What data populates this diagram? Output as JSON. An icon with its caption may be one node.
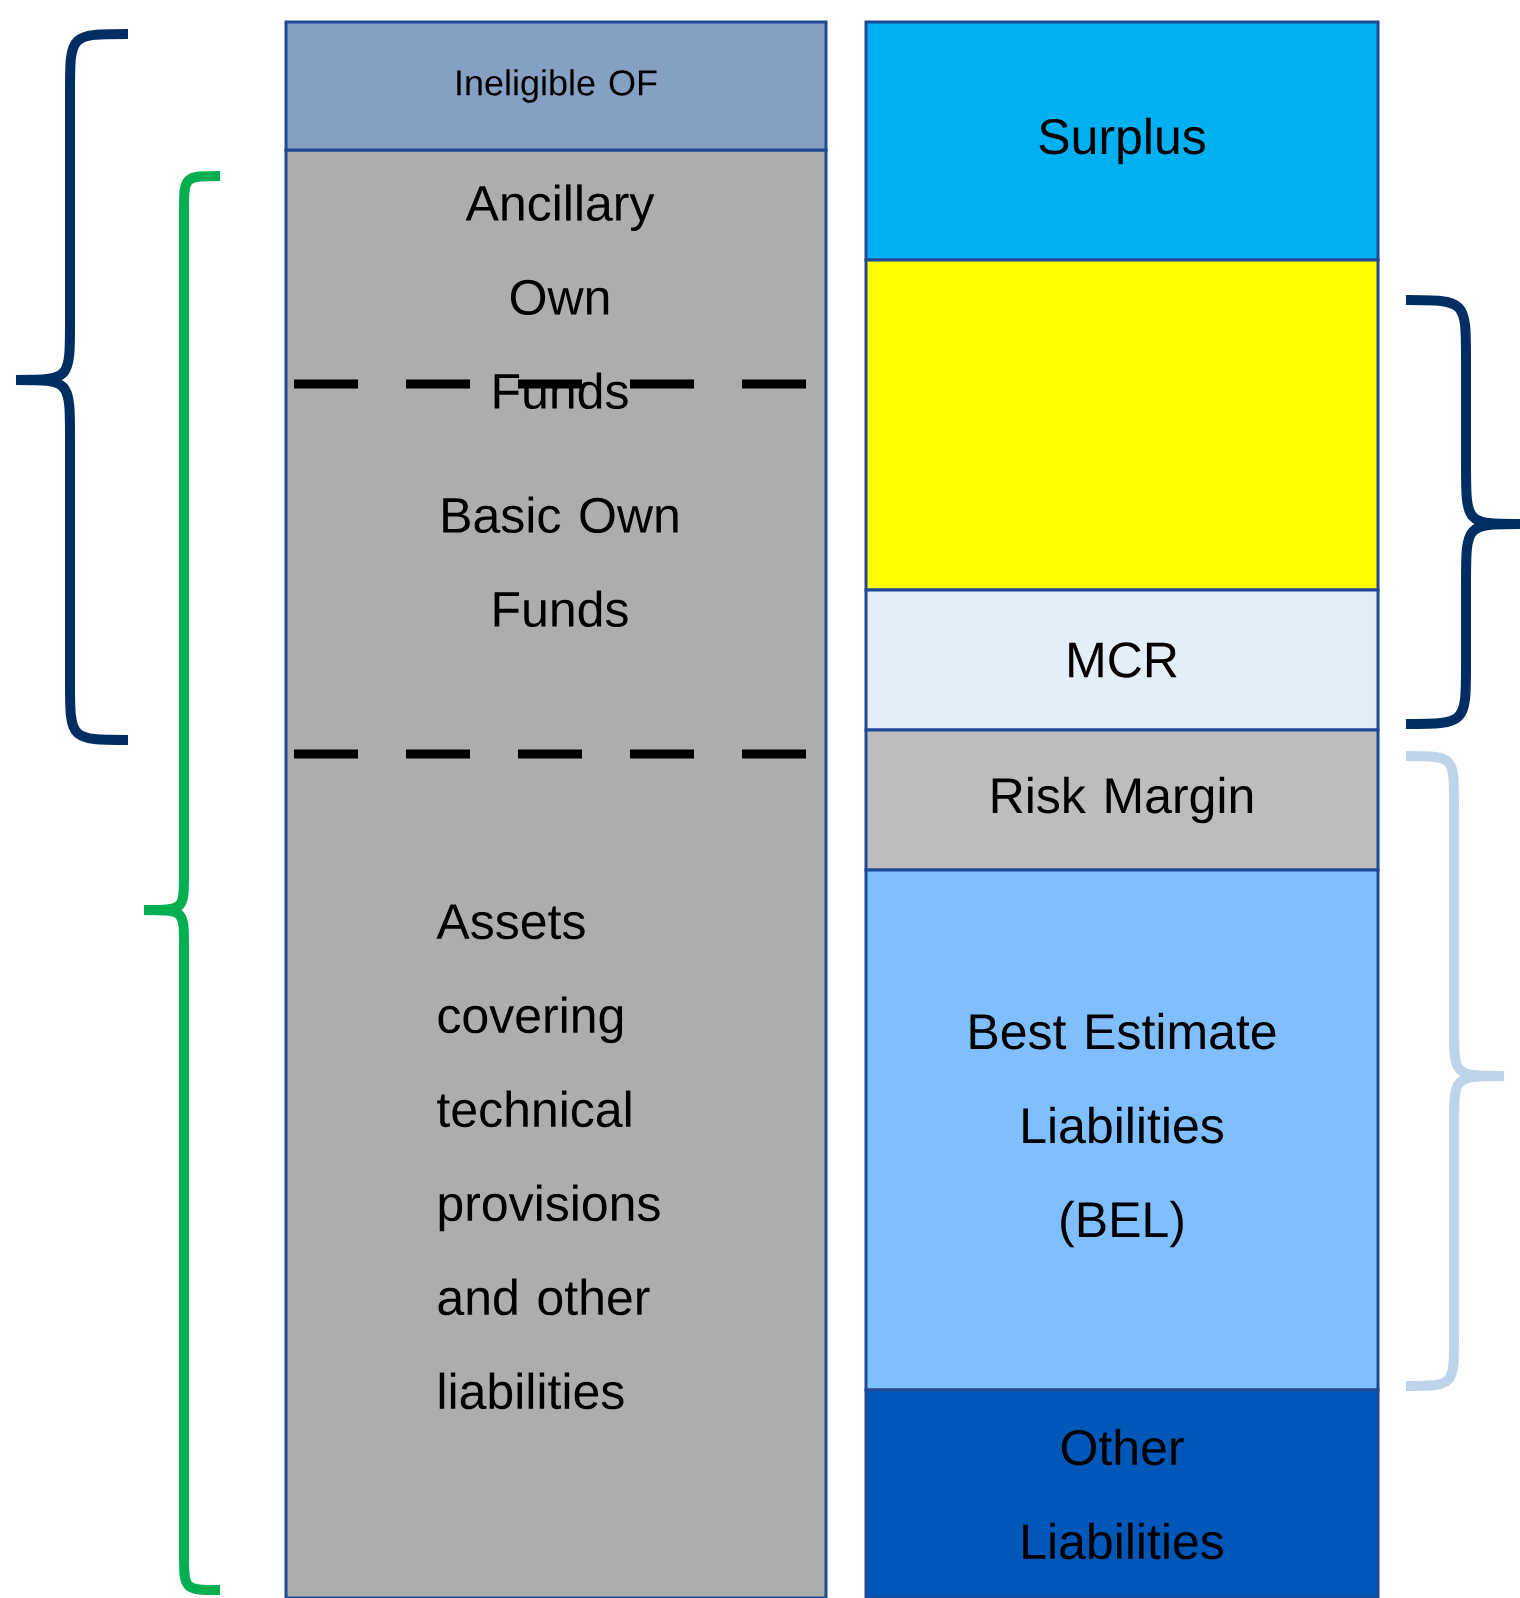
{
  "diagram": {
    "nodes": [
      {
        "text": [
          "Ancillary Own Funds",
          "Basic Own Funds",
          "Assets covering technical provisions and other liabilities"
        ]
      },
      {
        "text": [
          "Ineligible OF"
        ]
      },
      {
        "text": [
          "Surplus"
        ]
      },
      {
        "text": [],
        "shape": "box"
      },
      {
        "text": [
          "MCR"
        ]
      },
      {
        "text": [
          "Risk Margin"
        ]
      },
      {
        "text": [
          "Best Estimate Liabilities (BEL)"
        ]
      },
      {
        "text": [
          "Other Liabilities"
        ]
      }
    ]
  }
}
